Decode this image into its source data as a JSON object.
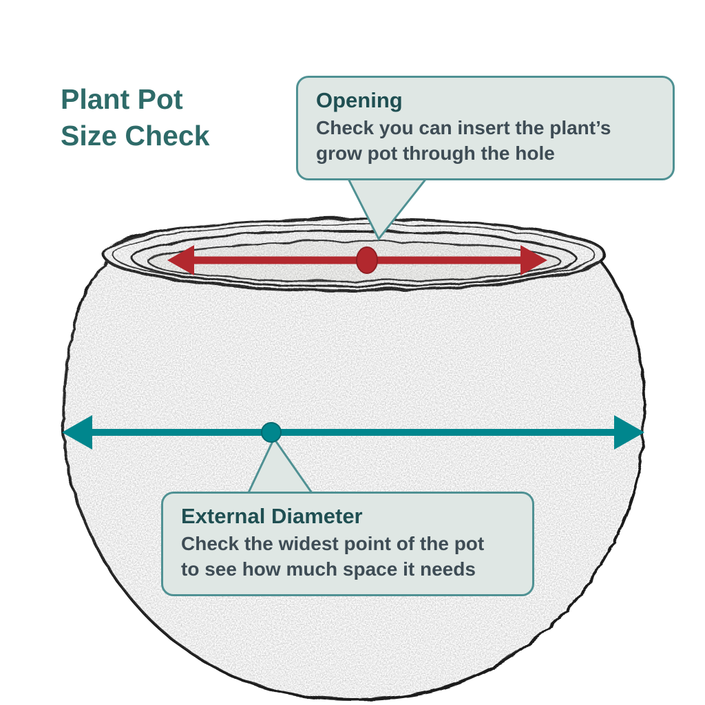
{
  "title": {
    "line1": "Plant Pot",
    "line2": "Size Check"
  },
  "callouts": {
    "opening": {
      "heading": "Opening",
      "line1": "Check you can insert the plant’s",
      "line2": "grow pot through the hole"
    },
    "external_diameter": {
      "heading": "External Diameter",
      "line1": "Check the widest point of the pot",
      "line2": "to see how much space it needs"
    }
  },
  "colors": {
    "title_teal": "#2e6b69",
    "callout_heading": "#1f4f52",
    "callout_text": "#3e4c55",
    "callout_bg": "#dfe7e4",
    "callout_border": "#4f9193",
    "arrow_red": "#b2282e",
    "arrow_teal": "#00868d",
    "sketch_ink": "#1a1a1a"
  }
}
